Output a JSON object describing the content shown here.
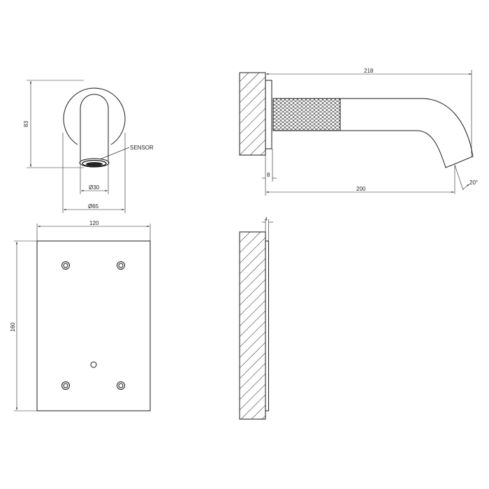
{
  "drawing": {
    "type": "technical-drawing",
    "subject": "wall-mounted sensor spout",
    "views": {
      "front_view": {
        "height_label": "83",
        "sensor_label": "SENSOR",
        "spout_diameter_label": "Ø30",
        "plate_diameter_label": "Ø65"
      },
      "side_view": {
        "length_label": "218",
        "projection_label": "200",
        "plate_thickness_label": "8",
        "angle_label": "20°"
      },
      "back_plate_view": {
        "width_label": "120",
        "height_label": "160"
      },
      "plate_side_view": {
        "thickness_label": "4"
      }
    },
    "line_color": "#1a1a1a",
    "background": "#ffffff"
  }
}
